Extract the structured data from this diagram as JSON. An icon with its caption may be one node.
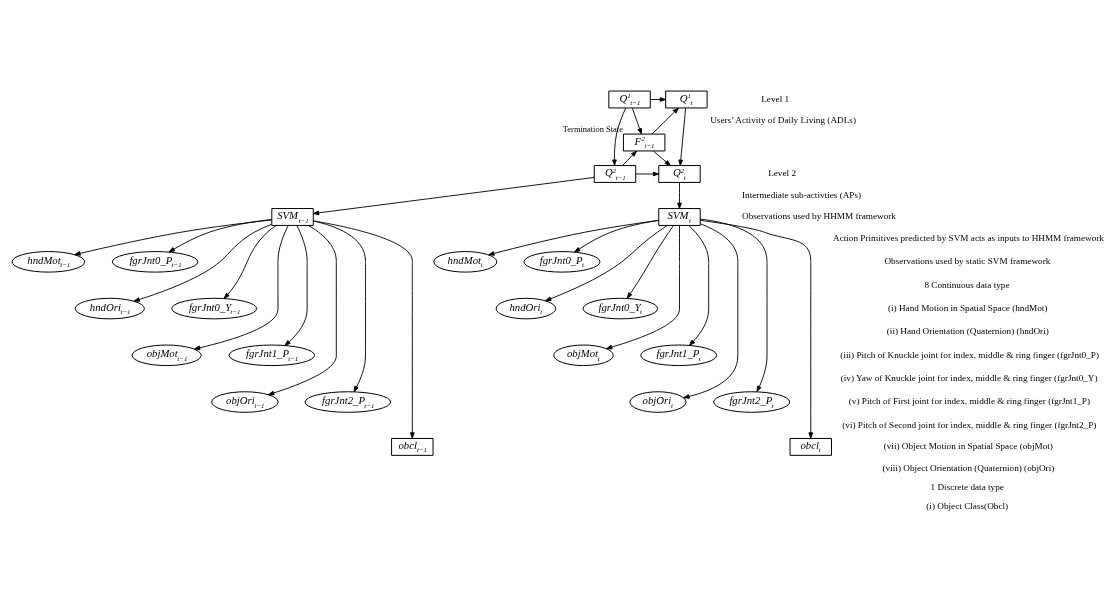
{
  "diagram": {
    "nodes": [
      {
        "text": [
          "Q$^{1}$$_{t−1}$"
        ]
      },
      {
        "text": [
          "Q$^{1}$$_{t}$"
        ]
      },
      {
        "text": [
          "F$^{2}$$_{t−1}$"
        ],
        "beside": [
          "Termination State"
        ]
      },
      {
        "text": [
          "Q$^{2}$$_{t−1}$"
        ]
      },
      {
        "text": [
          "Q$^{2}$$_{t}$"
        ]
      },
      {
        "text": [
          "SVM$_{t−1}$"
        ]
      },
      {
        "text": [
          "SVM$_{t}$"
        ]
      },
      {
        "text": [
          "hndMot$_{t−1}$"
        ]
      },
      {
        "text": [
          "fgrJnt0_P$_{t−1}$"
        ]
      },
      {
        "text": [
          "hndOri$_{t−1}$"
        ]
      },
      {
        "text": [
          "fgrJnt0_Y$_{t−1}$"
        ]
      },
      {
        "text": [
          "objMot$_{t−1}$"
        ]
      },
      {
        "text": [
          "fgrJnt1_P$_{t−1}$"
        ]
      },
      {
        "text": [
          "objOri$_{t−1}$"
        ]
      },
      {
        "text": [
          "fgrJnt2_P$_{t−1}$"
        ]
      },
      {
        "text": [
          "obcl$_{t−1}$"
        ]
      },
      {
        "text": [
          "hndMot$_{t}$"
        ]
      },
      {
        "text": [
          "fgrJnt0_P$_{t}$"
        ]
      },
      {
        "text": [
          "hndOri$_{t}$"
        ]
      },
      {
        "text": [
          "fgrJnt0_Y$_{t}$"
        ]
      },
      {
        "text": [
          "objMot$_{t}$"
        ]
      },
      {
        "text": [
          "fgrJnt1_P$_{t}$"
        ]
      },
      {
        "text": [
          "objOri$_{t}$"
        ]
      },
      {
        "text": [
          "fgrJnt2_P$_{t}$"
        ]
      },
      {
        "text": [
          "obcl$_{t}$"
        ]
      }
    ],
    "edges": [
      {
        "from": 0,
        "to": 1,
        "arrow": "to"
      },
      {
        "from": 0,
        "to": 2,
        "arrow": "to"
      },
      {
        "from": 0,
        "to": 3,
        "arrow": "to"
      },
      {
        "from": 3,
        "to": 2,
        "arrow": "to"
      },
      {
        "from": 2,
        "to": 1,
        "arrow": "to"
      },
      {
        "from": 2,
        "to": 4,
        "arrow": "to"
      },
      {
        "from": 1,
        "to": 4,
        "arrow": "to"
      },
      {
        "from": 3,
        "to": 4,
        "arrow": "to"
      },
      {
        "from": 3,
        "to": 5,
        "arrow": "to"
      },
      {
        "from": 4,
        "to": 6,
        "arrow": "to"
      },
      {
        "from": 5,
        "to": 7,
        "arrow": "to"
      },
      {
        "from": 5,
        "to": 8,
        "arrow": "to"
      },
      {
        "from": 5,
        "to": 9,
        "arrow": "to"
      },
      {
        "from": 5,
        "to": 10,
        "arrow": "to"
      },
      {
        "from": 5,
        "to": 11,
        "arrow": "to"
      },
      {
        "from": 5,
        "to": 12,
        "arrow": "to"
      },
      {
        "from": 5,
        "to": 13,
        "arrow": "to"
      },
      {
        "from": 5,
        "to": 14,
        "arrow": "to"
      },
      {
        "from": 5,
        "to": 15,
        "arrow": "to"
      },
      {
        "from": 6,
        "to": 16,
        "arrow": "to"
      },
      {
        "from": 6,
        "to": 17,
        "arrow": "to"
      },
      {
        "from": 6,
        "to": 18,
        "arrow": "to"
      },
      {
        "from": 6,
        "to": 19,
        "arrow": "to"
      },
      {
        "from": 6,
        "to": 20,
        "arrow": "to"
      },
      {
        "from": 6,
        "to": 21,
        "arrow": "to"
      },
      {
        "from": 6,
        "to": 22,
        "arrow": "to"
      },
      {
        "from": 6,
        "to": 23,
        "arrow": "to"
      },
      {
        "from": 6,
        "to": 24,
        "arrow": "to"
      }
    ],
    "labels": [
      "Level 1",
      "Users’ Activity of Daily Living (ADLs)",
      "Level 2",
      "Intermediate sub-activties (APs)",
      "Observations used by HHMM framework",
      "Action Primitives predicted by SVM acts as inputs to HHMM framework",
      "Observations used by static SVM framework",
      "8 Continuous data type",
      "(i) Hand Motion in Spatial Space (hndMot)",
      "(ii) Hand Orientation (Quaternion) (hndOri)",
      "(iii) Pitch of Knuckle joint for index, middle & ring finger (fgrJnt0_P)",
      "(iv) Yaw of Knuckle joint for index, middle & ring finger (fgrJnt0_Y)",
      "(v) Pitch of First joint for index, middle & ring finger (fgrJnt1_P)",
      "(vi) Pitch of Second joint for index, middle & ring finger (fgrJnt2_P)",
      "(vii) Object Motion in Spatial Space (objMot)",
      "(viii) Object Orientation (Quaternion) (objOri)",
      "1 Discrete data type",
      "(i) Object Class(Obcl)"
    ]
  }
}
